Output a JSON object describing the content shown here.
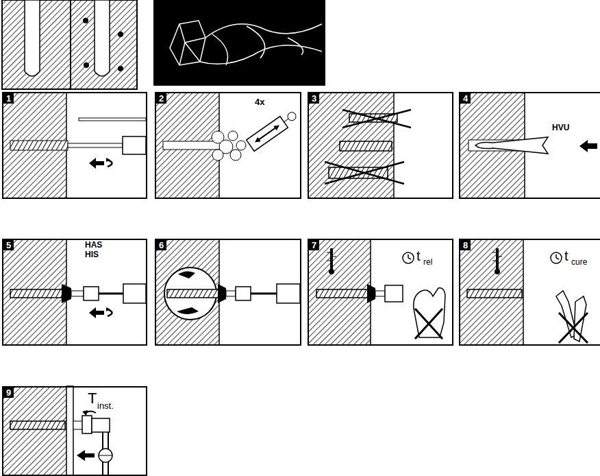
{
  "diagram": {
    "nodes": [
      {
        "text": [
          "1"
        ]
      },
      {
        "text": [
          "2"
        ]
      },
      {
        "text": [
          "3"
        ]
      },
      {
        "text": [
          "4"
        ]
      },
      {
        "text": [
          "5"
        ]
      },
      {
        "text": [
          "6"
        ]
      },
      {
        "text": [
          "7"
        ]
      },
      {
        "text": [
          "8"
        ]
      },
      {
        "text": [
          "9"
        ]
      }
    ],
    "labels": [
      "4x",
      "HVU",
      "HAS",
      "HIS",
      "t",
      "rel",
      "t",
      "cure",
      "T",
      "inst."
    ]
  }
}
